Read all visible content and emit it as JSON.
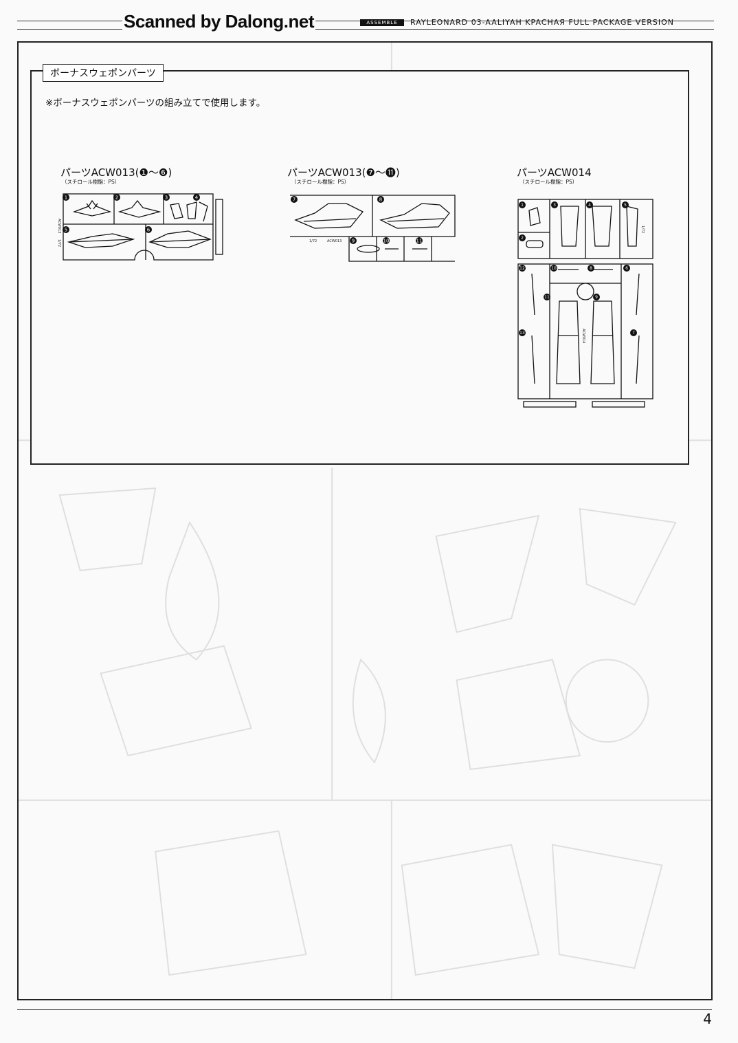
{
  "header": {
    "watermark": "Scanned by Dalong.net",
    "assemble_badge": "ASSEMBLE",
    "product_title": "RAYLEONARD 03-AALIYAH KPACHAЯ FULL PACKAGE VERSION"
  },
  "section": {
    "title": "ボーナスウェポンパーツ",
    "note": "※ボーナスウェポンパーツの組み立てで使用します。"
  },
  "parts": [
    {
      "title": "パーツACW013(❶〜❻)",
      "material": "（スチロール樹脂：PS）",
      "labels": [
        "1",
        "2",
        "3",
        "4",
        "5",
        "6"
      ],
      "runner_code": "ACW013",
      "scale": "1/72"
    },
    {
      "title": "パーツACW013(❼〜⓫)",
      "material": "（スチロール樹脂：PS）",
      "labels": [
        "7",
        "8",
        "9",
        "10",
        "11"
      ],
      "runner_code": "ACW013",
      "scale": "1/72"
    },
    {
      "title": "パーツACW014",
      "material": "（スチロール樹脂：PS）",
      "labels": [
        "1",
        "2",
        "3",
        "4",
        "5",
        "6",
        "7",
        "8",
        "9",
        "10",
        "11",
        "12",
        "13"
      ],
      "runner_code": "ACW014",
      "scale": "1/72"
    }
  ],
  "footer": {
    "page_number": "4"
  }
}
